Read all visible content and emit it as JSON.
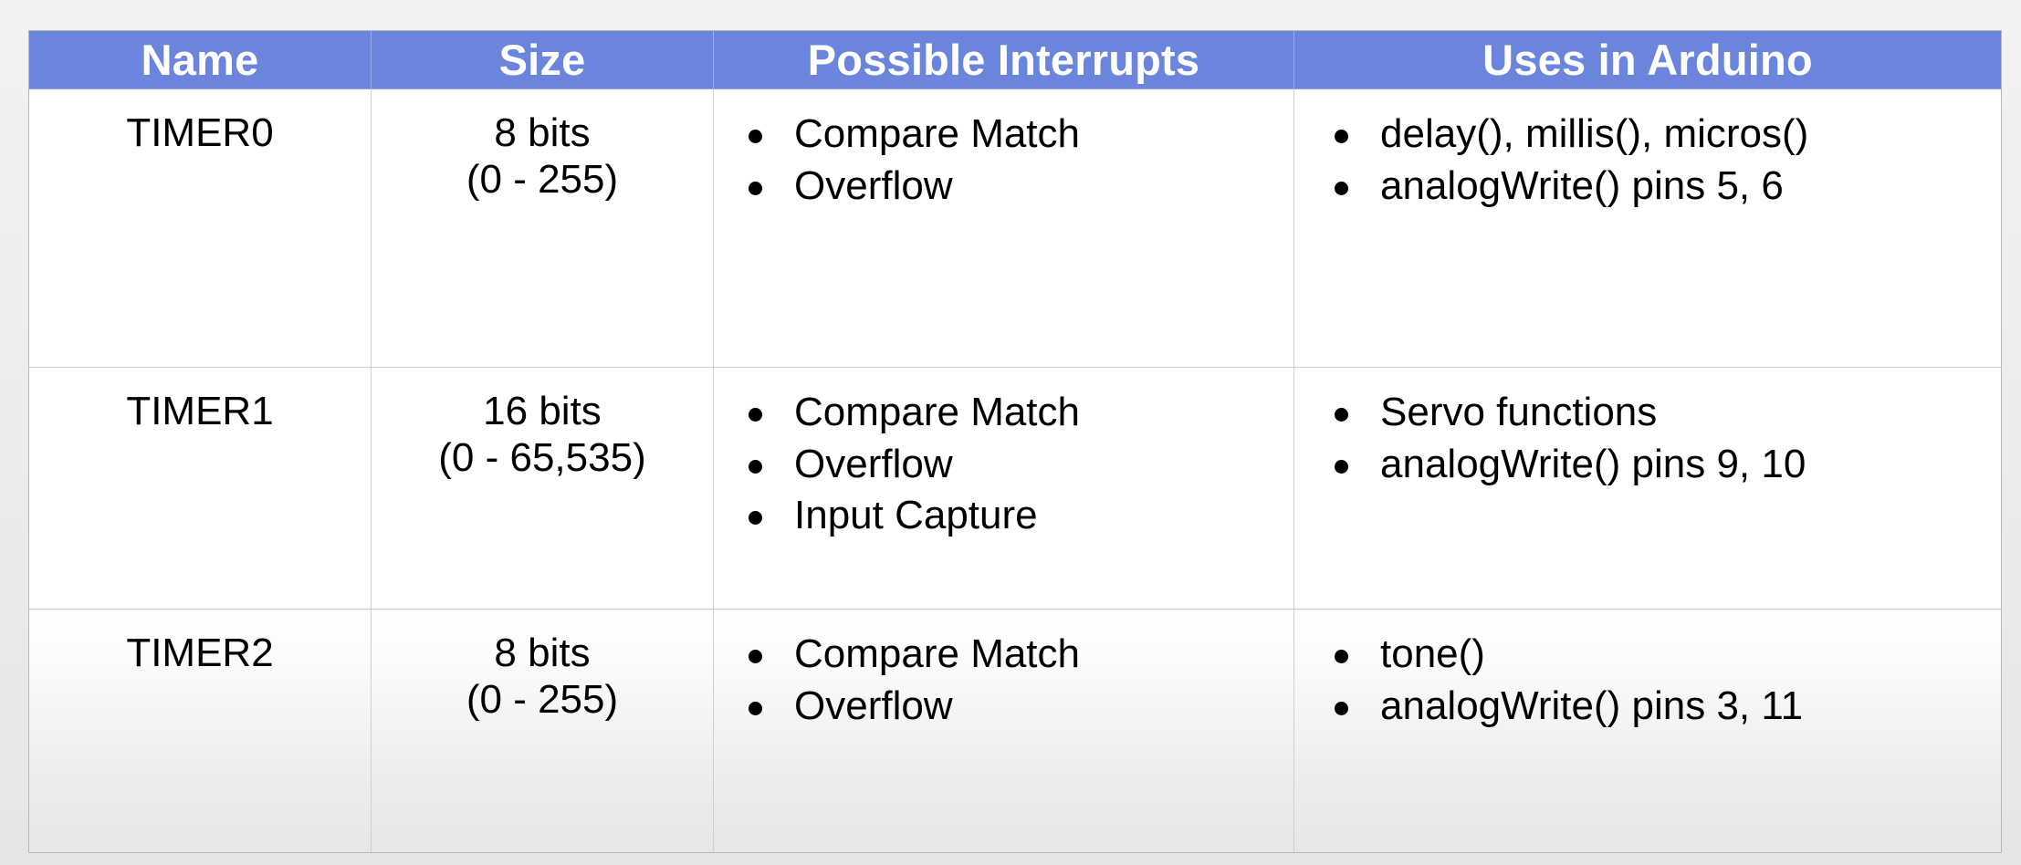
{
  "table": {
    "columns": [
      {
        "key": "name",
        "label": "Name"
      },
      {
        "key": "size",
        "label": "Size"
      },
      {
        "key": "interrupts",
        "label": "Possible Interrupts"
      },
      {
        "key": "uses",
        "label": "Uses in Arduino"
      }
    ],
    "header_bg": "#6b85dd",
    "header_text_color": "#ffffff",
    "grid_color": "#cfcfcf",
    "rows": [
      {
        "name": "TIMER0",
        "size_line1": "8 bits",
        "size_line2": "(0 - 255)",
        "interrupts": [
          "Compare Match",
          "Overflow"
        ],
        "uses": [
          "delay(), millis(), micros()",
          "analogWrite() pins 5, 6"
        ]
      },
      {
        "name": "TIMER1",
        "size_line1": "16 bits",
        "size_line2": "(0 - 65,535)",
        "interrupts": [
          "Compare Match",
          "Overflow",
          "Input Capture"
        ],
        "uses": [
          "Servo functions",
          "analogWrite() pins 9, 10"
        ]
      },
      {
        "name": "TIMER2",
        "size_line1": "8 bits",
        "size_line2": "(0 - 255)",
        "interrupts": [
          "Compare Match",
          "Overflow"
        ],
        "uses": [
          "tone()",
          "analogWrite() pins 3, 11"
        ]
      }
    ]
  }
}
